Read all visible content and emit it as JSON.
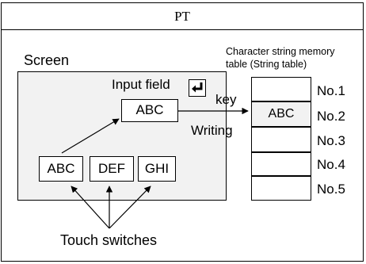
{
  "header": {
    "title": "PT"
  },
  "screen_label": "Screen",
  "table_heading_line1": "Character string memory",
  "table_heading_line2": "table (String table)",
  "input_field_label": "Input field",
  "key_label": "key",
  "input_field_value": "ABC",
  "writing_label": "Writing",
  "touch_switches": [
    "ABC",
    "DEF",
    "GHI"
  ],
  "touch_switches_label": "Touch switches",
  "table_rows": [
    {
      "label": "No.1",
      "value": ""
    },
    {
      "label": "No.2",
      "value": "ABC"
    },
    {
      "label": "No.3",
      "value": ""
    },
    {
      "label": "No.4",
      "value": ""
    },
    {
      "label": "No.5",
      "value": ""
    }
  ],
  "colors": {
    "screen_bg": "#f2f2f2",
    "highlight_row": "#f2f2f2",
    "line": "#000000"
  },
  "icons": {
    "enter_key": "enter-key-icon"
  }
}
